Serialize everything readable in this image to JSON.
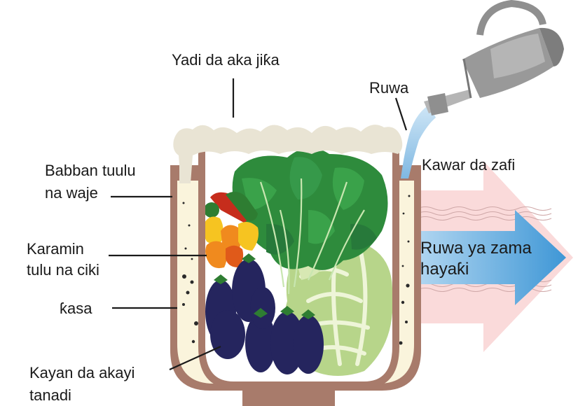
{
  "labels": {
    "cover": "Yadi da aka jiƙa",
    "water": "Ruwa",
    "outer_pot": "Kawar da zafi",
    "big_pot_line1": "Babban tuulu",
    "big_pot_line2": "na waje",
    "small_pot_line1": "Karamin",
    "small_pot_line2": "tulu na ciki",
    "sand": "ƙasa",
    "produce_line1": "Kayan da akayi",
    "produce_line2": "tanadi",
    "evap_line1": "Ruwa ya zama",
    "evap_line2": "hayaƙi"
  },
  "colors": {
    "pot": "#a87b6b",
    "sand": "#faf4dc",
    "cloth": "#e9e4d4",
    "heat_arrow": "#f8d7d6",
    "water": "#7db8e0",
    "eggplant": "#25255e",
    "spinach": "#2e8b3c",
    "cabbage": "#b7d58a",
    "pepper_orange": "#f08a1e",
    "pepper_yellow": "#f6c421",
    "can": "#8f8f8f"
  },
  "icons": [
    "watering-can-icon",
    "eggplant-icon",
    "pepper-icon",
    "spinach-icon",
    "cabbage-icon"
  ]
}
